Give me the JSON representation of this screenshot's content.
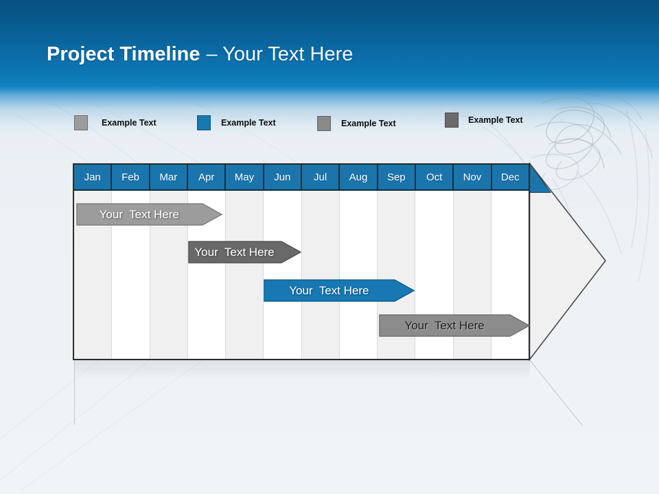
{
  "header": {
    "title_bold": "Project Timeline",
    "title_rest": "– Your Text Here"
  },
  "legend": {
    "items": [
      {
        "label": "Example Text",
        "color": "#9c9c9c",
        "border": "#6f6f6f"
      },
      {
        "label": "Example Text",
        "color": "#1878b0",
        "border": "#0d567e"
      },
      {
        "label": "Example Text",
        "color": "#8a8a8a",
        "border": "#646464"
      },
      {
        "label": "Example Text",
        "color": "#6b6b6b",
        "border": "#4c4c4c"
      }
    ]
  },
  "timeline": {
    "months": [
      "Jan",
      "Feb",
      "Mar",
      "Apr",
      "May",
      "Jun",
      "Jul",
      "Aug",
      "Sep",
      "Oct",
      "Nov",
      "Dec"
    ],
    "header_bg": "#1b75ad",
    "bars": [
      {
        "label": "Your  Text Here",
        "fill": "#9c9c9c",
        "border": "#7e7e7e",
        "text_color": "#ffffff",
        "start": 0.05,
        "end": 3.88,
        "row": 0
      },
      {
        "label": "Your  Text Here",
        "fill": "#696969",
        "border": "#525252",
        "text_color": "#ffffff",
        "start": 3.0,
        "end": 5.95,
        "row": 1
      },
      {
        "label": "Your  Text Here",
        "fill": "#1878b4",
        "border": "#0e5d8e",
        "text_color": "#ffffff",
        "start": 5.0,
        "end": 8.95,
        "row": 2
      },
      {
        "label": "Your  Text Here",
        "fill": "#8c8c8c",
        "border": "#6e6e6e",
        "text_color": "#1f1f1f",
        "start": 8.05,
        "end": 12.0,
        "row": 3
      }
    ]
  },
  "chart_data": {
    "type": "bar",
    "title": "Project Timeline – Your Text Here",
    "categories": [
      "Jan",
      "Feb",
      "Mar",
      "Apr",
      "May",
      "Jun",
      "Jul",
      "Aug",
      "Sep",
      "Oct",
      "Nov",
      "Dec"
    ],
    "series": [
      {
        "name": "Your Text Here",
        "start_month": "Jan",
        "end_month": "Apr",
        "color": "#9c9c9c"
      },
      {
        "name": "Your Text Here",
        "start_month": "Apr",
        "end_month": "Jun",
        "color": "#696969"
      },
      {
        "name": "Your Text Here",
        "start_month": "Jun",
        "end_month": "Sep",
        "color": "#1878b4"
      },
      {
        "name": "Your Text Here",
        "start_month": "Sep",
        "end_month": "Dec",
        "color": "#8c8c8c"
      }
    ],
    "legend_entries": [
      "Example Text",
      "Example Text",
      "Example Text",
      "Example Text"
    ],
    "legend_position": "top",
    "grid": "alternating-month-stripes"
  }
}
